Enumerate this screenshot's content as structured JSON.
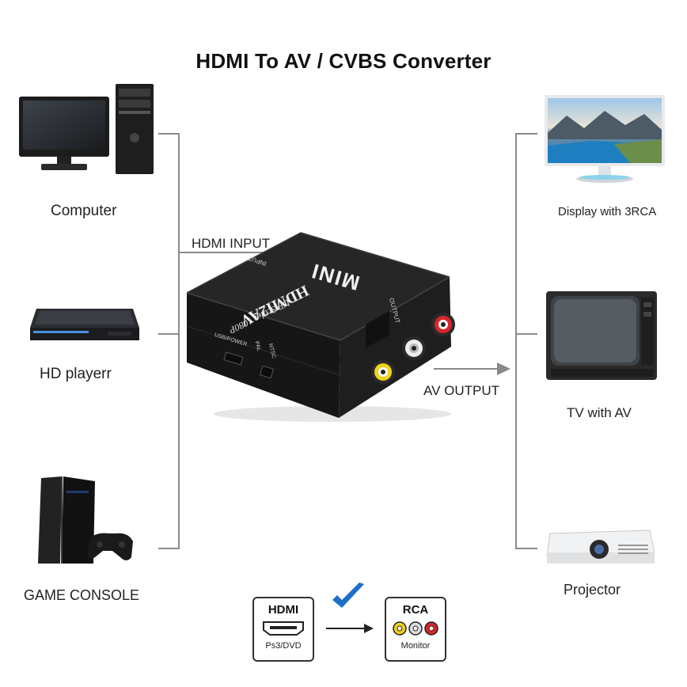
{
  "title": "HDMI To AV / CVBS Converter",
  "inputs": {
    "computer": "Computer",
    "hd_player": "HD playerr",
    "game_console": "GAME CONSOLE"
  },
  "outputs": {
    "display": "Display with 3RCA",
    "tv": "TV with AV",
    "projector": "Projector"
  },
  "connectors": {
    "hdmi_input": "HDMI INPUT",
    "av_output": "AV OUTPUT"
  },
  "device": {
    "brand": "MINI",
    "model": "HDMI2AV",
    "subtitle": "UP Scaler 1080P",
    "output_label": "OUTPUT",
    "input_label": "INPUT",
    "usb_label": "USB/POWER",
    "pal_label": "PAL",
    "ntsc_label": "NTSC"
  },
  "badges": {
    "hdmi_title": "HDMI",
    "hdmi_sub": "Ps3/DVD",
    "rca_title": "RCA",
    "rca_sub": "Monitor"
  },
  "colors": {
    "line": "#8a8a8a",
    "device_body": "#1b1b1b",
    "check": "#1e6fc9",
    "rca_yellow": "#f2d21c",
    "rca_white": "#eeeeee",
    "rca_red": "#d8262a"
  }
}
